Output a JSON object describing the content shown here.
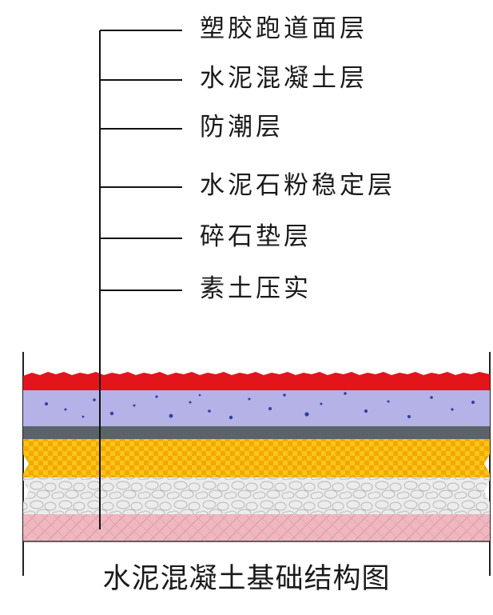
{
  "layers": [
    {
      "label": "塑胶跑道面层",
      "color": "#e3141c"
    },
    {
      "label": "水泥混凝土层",
      "color": "#b4b2e6"
    },
    {
      "label": "防潮层",
      "color": "#5a6468"
    },
    {
      "label": "水泥石粉稳定层",
      "color": "#f7c51c"
    },
    {
      "label": "碎石垫层",
      "color": "#ececec"
    },
    {
      "label": "素土压实",
      "color": "#efb7bf"
    }
  ],
  "caption": "水泥混凝土基础结构图"
}
